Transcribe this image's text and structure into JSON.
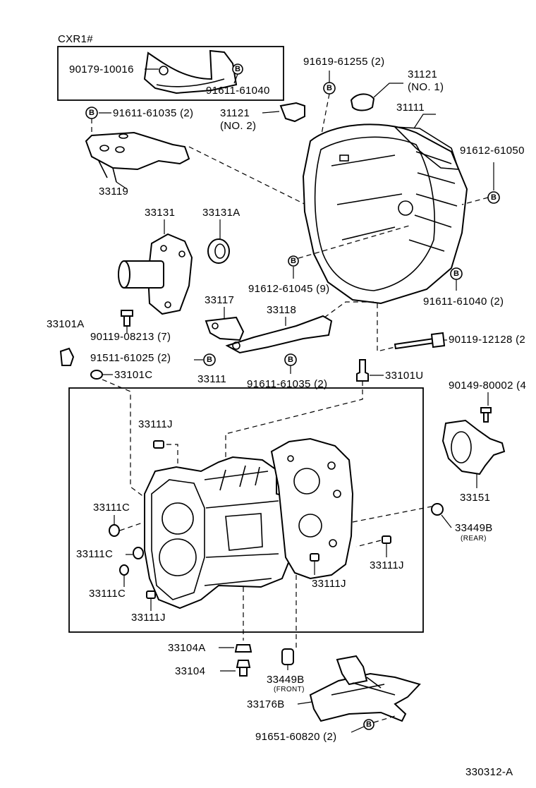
{
  "diagram": {
    "figure_code": "330312-A",
    "inset_title": "CXR1#",
    "bolt_marker": "B",
    "labels": {
      "p90179_10016": "90179-10016",
      "p91611_61040_top": "91611-61040",
      "p91619_61255": "91619-61255 (2)",
      "p31121_no1": "31121",
      "p31121_no1_note": "(NO. 1)",
      "p91611_61035_top": "91611-61035 (2)",
      "p31121_no2": "31121",
      "p31121_no2_note": "(NO. 2)",
      "p31111": "31111",
      "p91612_61050": "91612-61050",
      "p33119": "33119",
      "p33131": "33131",
      "p33131a": "33131A",
      "p91612_61045": "91612-61045 (9)",
      "p91611_61040_mid": "91611-61040 (2)",
      "p33117": "33117",
      "p33118": "33118",
      "p33101a": "33101A",
      "p90119_08213": "90119-08213 (7)",
      "p90119_12128": "90119-12128 (2",
      "p91511_61025": "91511-61025 (2)",
      "p91611_61035_mid": "91611-61035 (2)",
      "p33101c": "33101C",
      "p33111": "33111",
      "p33101u": "33101U",
      "p90149_80002": "90149-80002 (4",
      "p33111j_top": "33111J",
      "p33151": "33151",
      "p33111c_1": "33111C",
      "p33449b_rear": "33449B",
      "p33449b_rear_note": "(REAR)",
      "p33111c_2": "33111C",
      "p33111j_right": "33111J",
      "p33111j_mid": "33111J",
      "p33111c_3": "33111C",
      "p33111j_bottom": "33111J",
      "p33104a": "33104A",
      "p33104": "33104",
      "p33449b_front": "33449B",
      "p33449b_front_note": "(FRONT)",
      "p33176b": "33176B",
      "p91651_60820": "91651-60820 (2)"
    }
  }
}
